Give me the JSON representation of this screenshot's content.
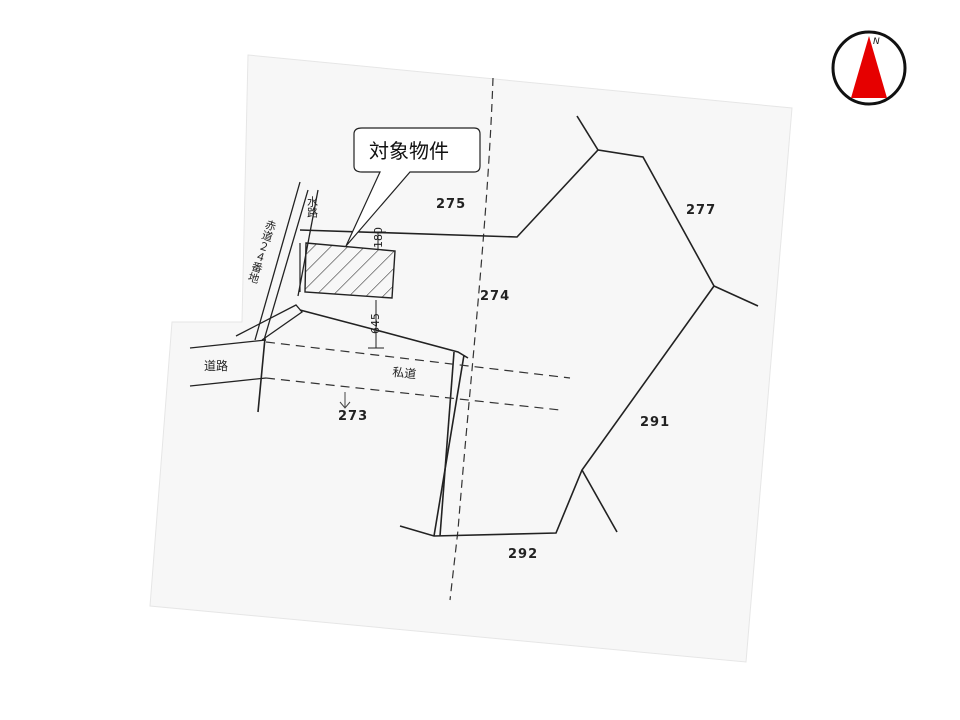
{
  "callout": {
    "label": "対象物件"
  },
  "north": {
    "letter": "N",
    "color": "#e60000"
  },
  "parcels": {
    "p275": "275",
    "p277": "277",
    "p274": "274",
    "p291": "291",
    "p273": "273",
    "p292": "292"
  },
  "road_labels": {
    "main_road": "道路",
    "private_road": "私道",
    "waterway_top": "水路",
    "side_road_text": "赤道２４番地"
  },
  "dimensions": {
    "d1": "180",
    "d2": "645"
  }
}
